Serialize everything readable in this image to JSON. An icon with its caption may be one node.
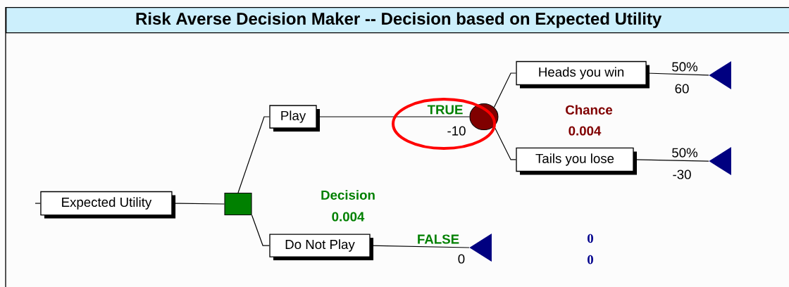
{
  "diagram": {
    "title": "Risk Averse Decision Maker -- Decision based on Expected Utility",
    "nodes": [
      {
        "text": [
          "Expected Utility"
        ]
      },
      {
        "text": [],
        "shape": "box"
      },
      {
        "text": [
          "Play"
        ]
      },
      {
        "text": [
          "Do Not Play"
        ]
      },
      {
        "text": [],
        "shape": "circle"
      },
      {
        "text": [
          "Heads you win"
        ]
      },
      {
        "text": [
          "Tails you lose"
        ]
      },
      {
        "text": [],
        "shape": "triangle"
      },
      {
        "text": [],
        "shape": "triangle"
      },
      {
        "text": [],
        "shape": "triangle"
      }
    ],
    "edges": [
      {
        "from": null,
        "to": 0,
        "arrow": "none"
      },
      {
        "from": 0,
        "to": 1,
        "arrow": "none"
      },
      {
        "from": 1,
        "to": 2,
        "arrow": "none"
      },
      {
        "from": 1,
        "to": 3,
        "arrow": "none"
      },
      {
        "from": 2,
        "to": 4,
        "arrow": "none",
        "label": "TRUE"
      },
      {
        "from": 4,
        "to": 5,
        "arrow": "none"
      },
      {
        "from": 4,
        "to": 6,
        "arrow": "none"
      },
      {
        "from": 5,
        "to": 7,
        "arrow": "none",
        "label": "50%"
      },
      {
        "from": 6,
        "to": 8,
        "arrow": "none",
        "label": "50%"
      },
      {
        "from": 3,
        "to": 9,
        "arrow": "none",
        "label": "FALSE"
      }
    ],
    "labels": [
      "-10",
      "60",
      "-30",
      "0",
      "Decision",
      "0.004",
      "Chance",
      "0.004",
      "0",
      "0"
    ]
  }
}
